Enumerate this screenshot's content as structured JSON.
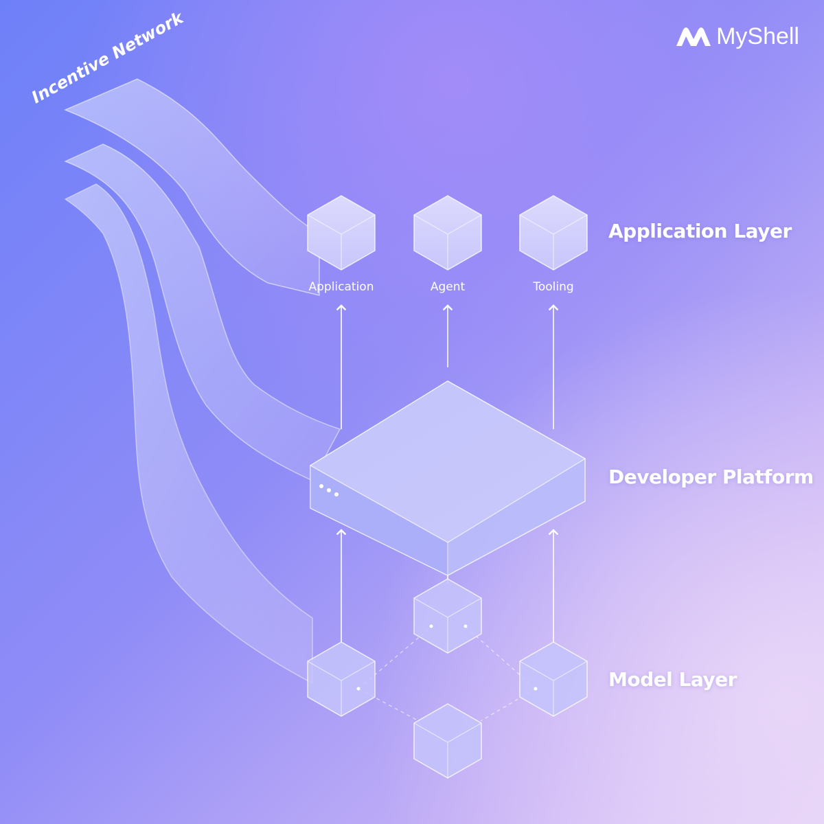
{
  "brand": {
    "name": "MyShell",
    "logo_icon": "myshell-logo-icon"
  },
  "incentive_network": {
    "label": "Incentive Network"
  },
  "layers": {
    "application": {
      "title": "Application Layer",
      "nodes": [
        "Application",
        "Agent",
        "Tooling"
      ]
    },
    "developer_platform": {
      "title": "Developer Platform"
    },
    "model": {
      "title": "Model Layer"
    }
  },
  "colors": {
    "background_start": "#6f7ff7",
    "background_mid": "#9c8cf6",
    "background_end": "#e3cff7",
    "text": "#ffffff",
    "node_fill": "#c9c6fb"
  }
}
